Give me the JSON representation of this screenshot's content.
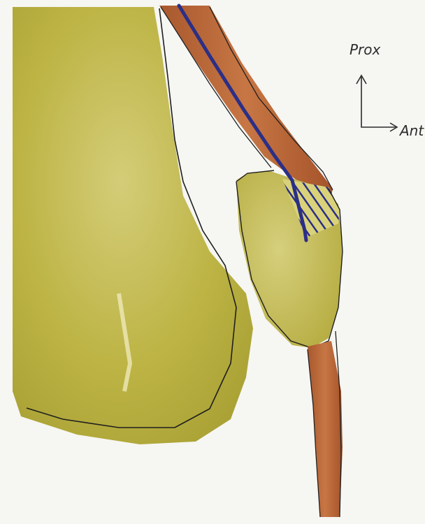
{
  "labels": {
    "proximal": "Prox",
    "anterior": "Ant"
  },
  "colors": {
    "background": "#f6f6f3",
    "bone_fill": "#b8b040",
    "bone_light": "#cfc86a",
    "tendon": "#b8653a",
    "tendon_dark": "#8a4322",
    "nerve_line": "#2b2f86",
    "outline": "#1f1f1f"
  },
  "icons": {
    "orientation_arrows": "axis-arrows-icon",
    "hatched_region": "hatch-pattern"
  }
}
